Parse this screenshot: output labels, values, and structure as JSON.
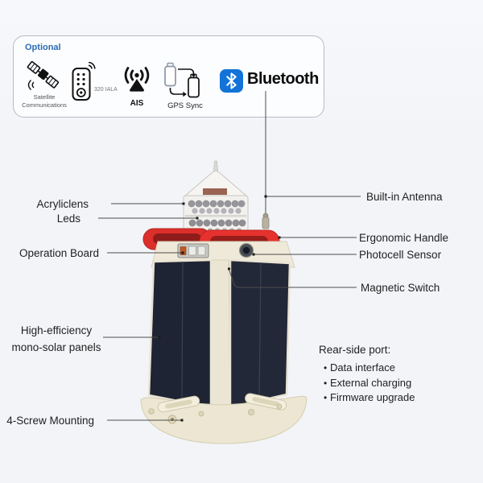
{
  "colors": {
    "background": "#f2f4f8",
    "accent_blue": "#2a6bb5",
    "bluetooth_blue": "#1273d8",
    "handle_red": "#e6322e",
    "panel_navy": "#1e2433",
    "body_cream": "#efe9d9",
    "line_gray": "#4c4c4c",
    "text_dark": "#1f1f1f"
  },
  "optional": {
    "title": "Optional",
    "satellite_label": "Satellite Communications",
    "remote_label": "320 IALA",
    "ais_label": "AIS",
    "gps_label": "GPS Sync",
    "bluetooth_label": "Bluetooth"
  },
  "callouts": {
    "acryliclens": "Acryliclens",
    "leds": "Leds",
    "operation_board": "Operation Board",
    "solar_line1": "High-efficiency",
    "solar_line2": "mono-solar panels",
    "screw_mounting": "4-Screw Mounting",
    "built_in_antenna": "Built-in Antenna",
    "ergonomic_handle": "Ergonomic Handle",
    "photocell_sensor": "Photocell Sensor",
    "magnetic_switch": "Magnetic Switch"
  },
  "rear_port": {
    "title": "Rear-side port:",
    "items": [
      "Data interface",
      "External charging",
      "Firmware upgrade"
    ]
  }
}
